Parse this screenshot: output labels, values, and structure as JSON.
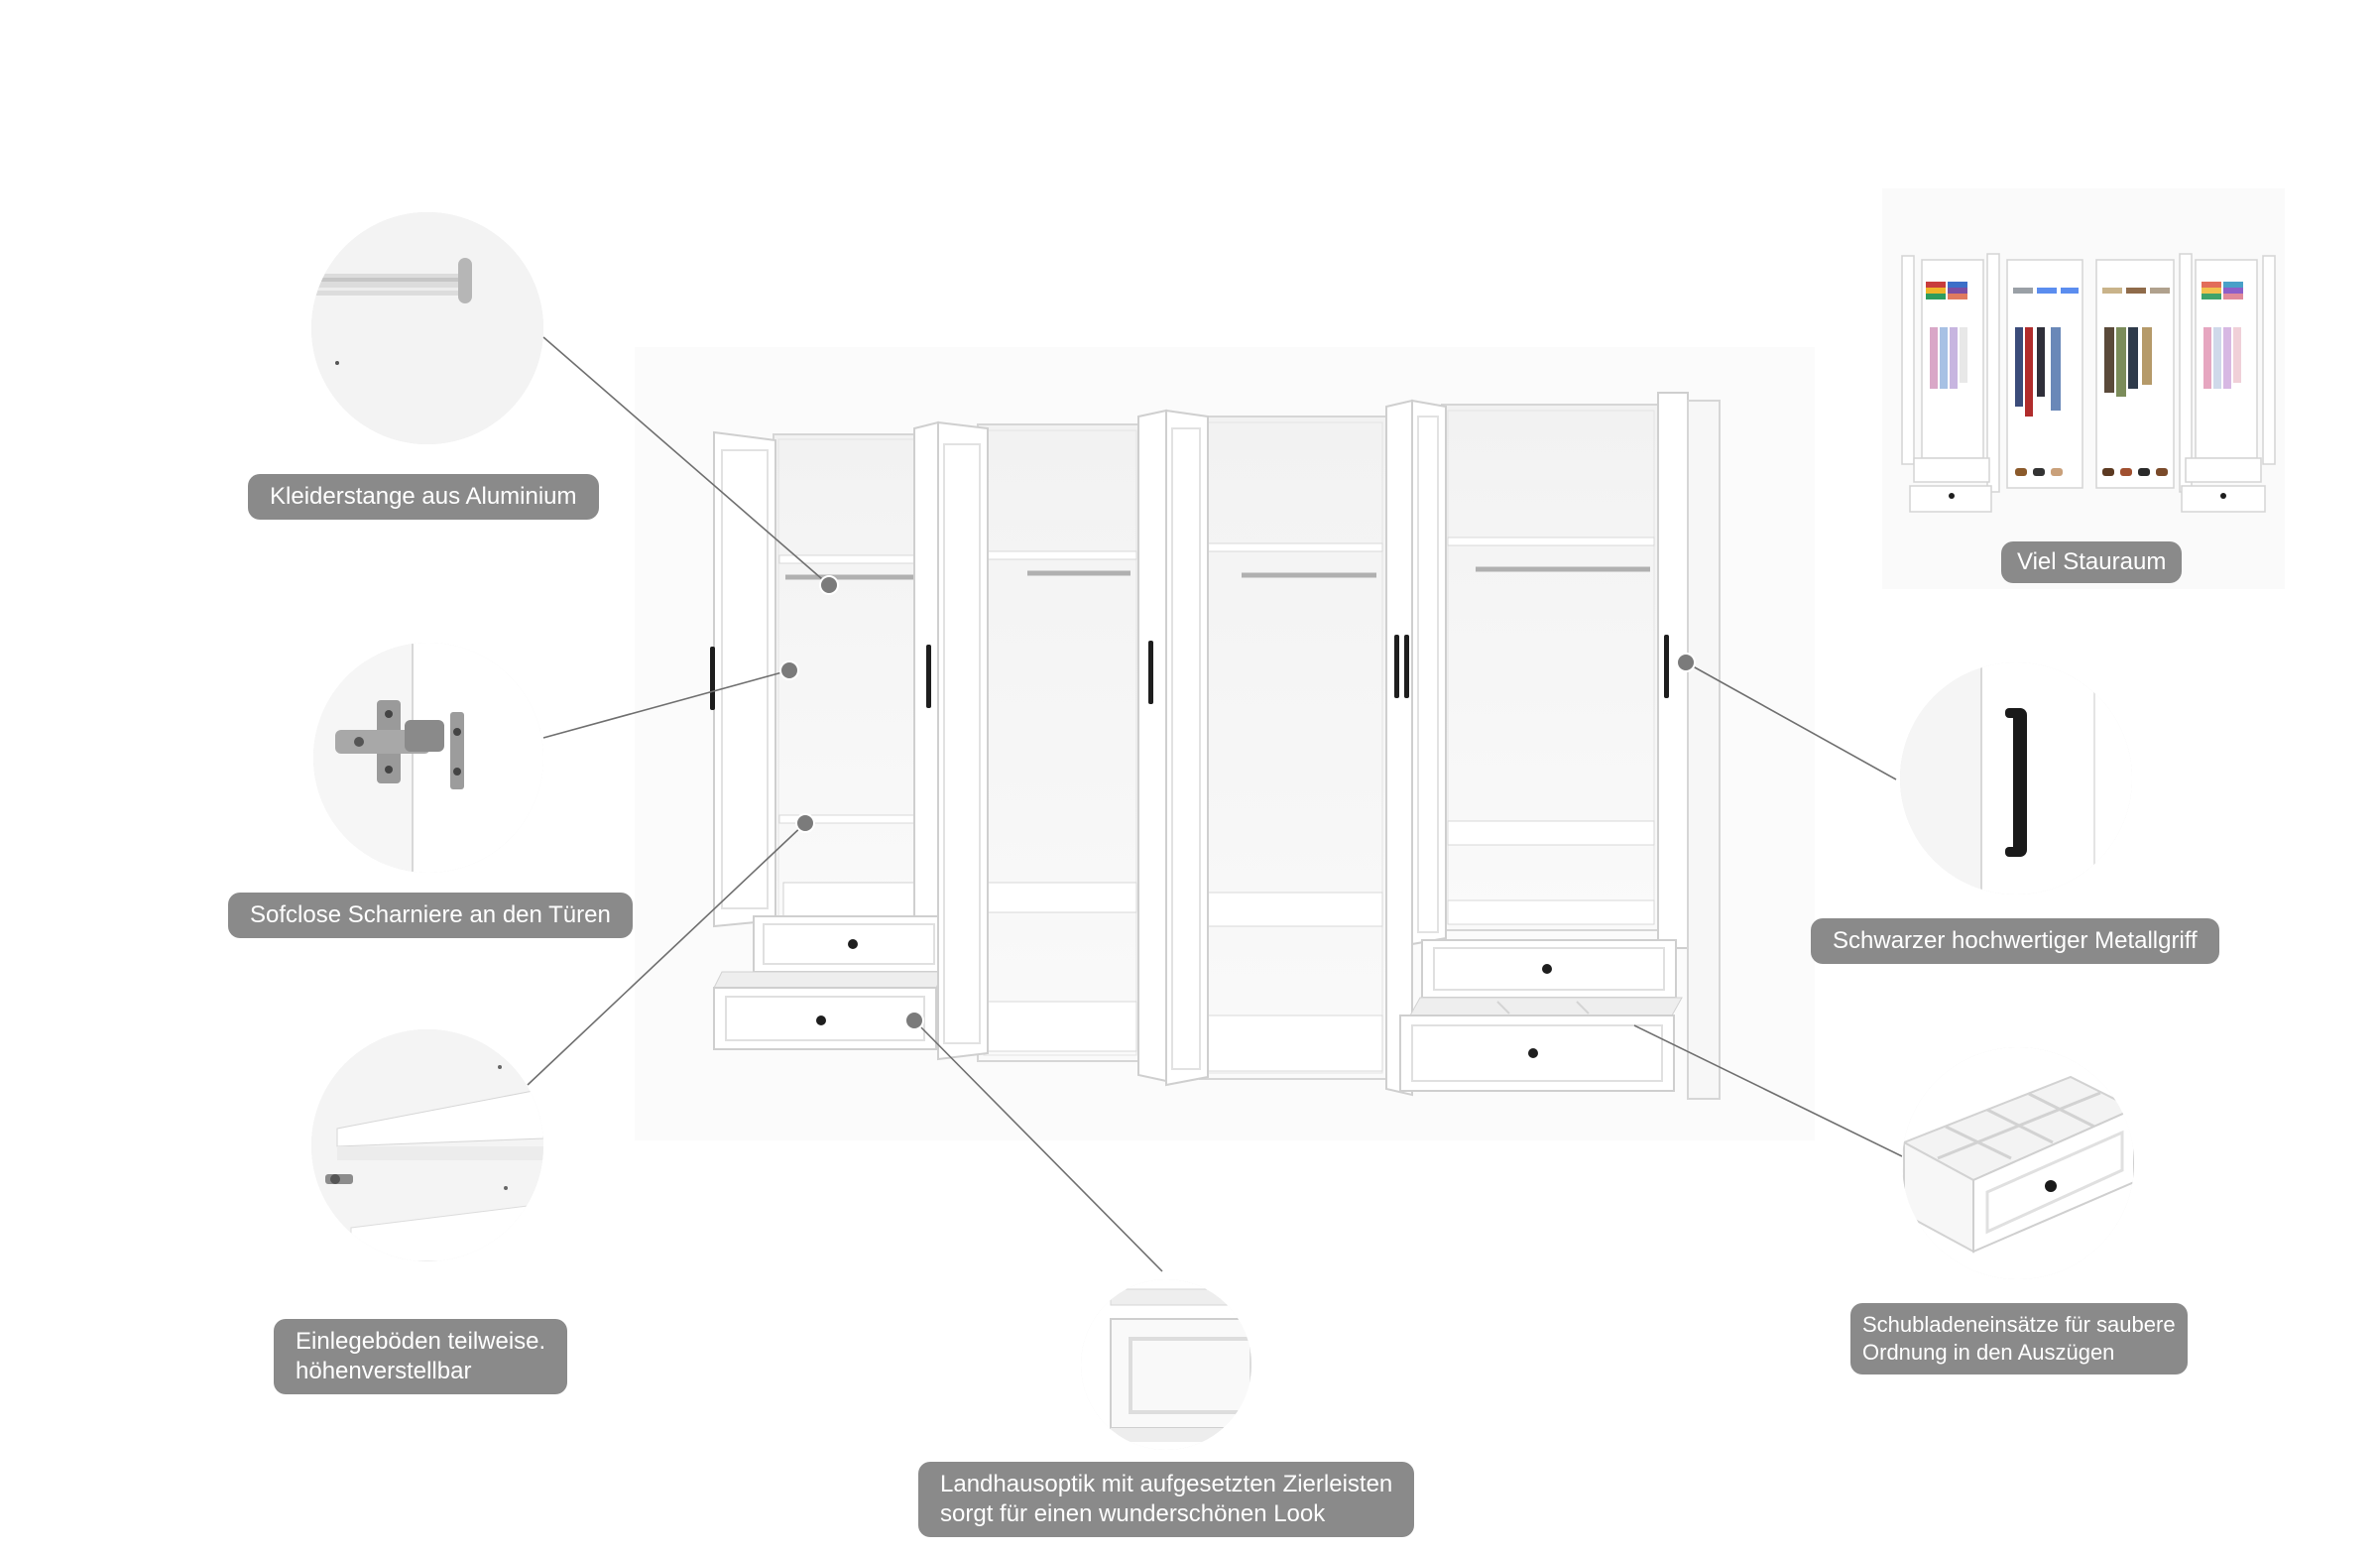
{
  "callouts": {
    "rail": "Kleiderstange aus Aluminium",
    "hinge": "Sofclose Scharniere an den Türen",
    "shelf_line1": "Einlegeböden teilweise.",
    "shelf_line2": "höhenverstellbar",
    "trim_line1": "Landhausoptik mit aufgesetzten Zierleisten",
    "trim_line2": "sorgt für einen wunderschönen Look",
    "storage": "Viel Stauraum",
    "handle": "Schwarzer hochwertiger Metallgriff",
    "inserts_line1": "Schubladeneinsätze für saubere",
    "inserts_line2": "Ordnung in den Auszügen"
  },
  "colors": {
    "callout_bg": "#8a8a8a",
    "callout_text": "#ffffff",
    "leader_line": "#6f6f6f",
    "wardrobe": "#ffffff",
    "wardrobe_edge": "#d7d7d7",
    "handle": "#1e1e1e"
  },
  "icons": [
    "clothes-rail-detail",
    "hinge-detail",
    "shelf-detail",
    "trim-detail",
    "handle-detail",
    "drawer-insert-detail",
    "filled-wardrobe-thumbnail"
  ]
}
